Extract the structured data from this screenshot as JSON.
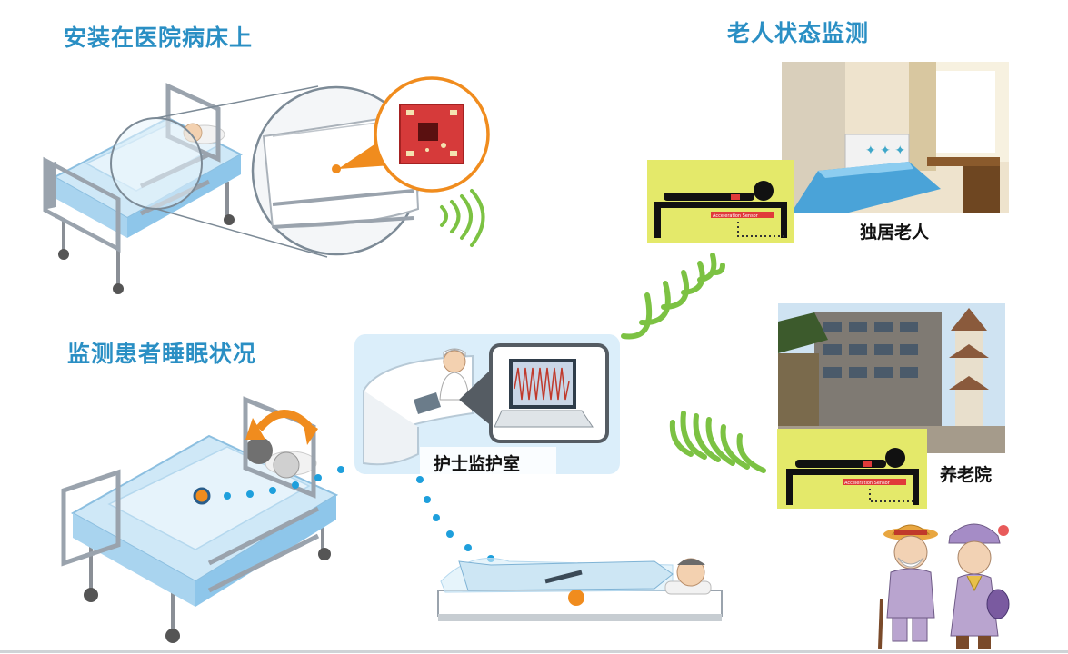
{
  "labels": {
    "install_title": "安装在医院病床上",
    "elderly_monitor_title": "老人状态监测",
    "sleep_monitor_title": "监测患者睡眠状况",
    "nurse_station": "护士监护室",
    "living_alone": "独居老人",
    "nursing_home": "养老院",
    "sensor_caption": "Acceleration Sensor"
  },
  "colors": {
    "title_blue": "#2a8fc4",
    "signal_green": "#7cc243",
    "dot_blue": "#1e9fdc",
    "sensor_orange": "#f08c1e",
    "card_yellow": "#e4e96a",
    "panel_blue": "#dbeefa"
  },
  "icons": [
    "hospital-bed-icon",
    "sensor-board-icon",
    "wifi-signal-icon",
    "nurse-icon",
    "laptop-icon",
    "elderly-couple-icon"
  ]
}
